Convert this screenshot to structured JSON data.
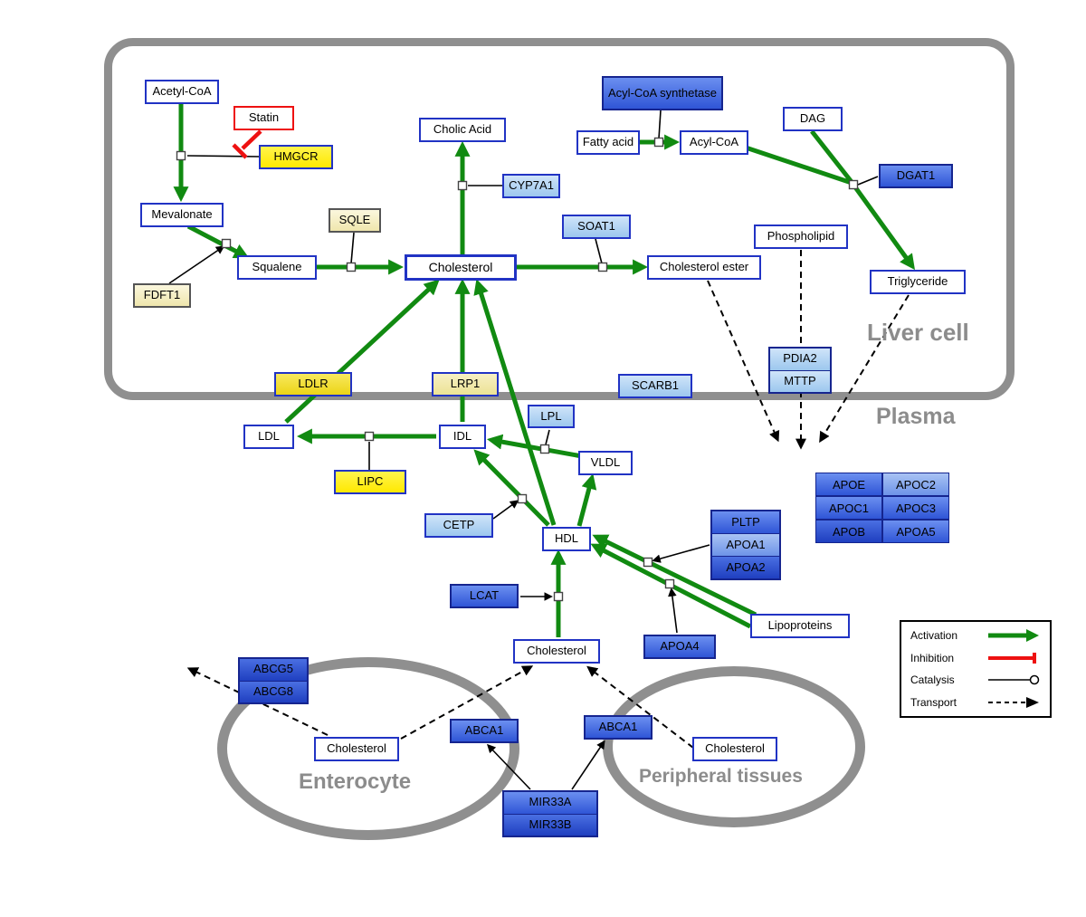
{
  "regions": {
    "liver": "Liver cell",
    "plasma": "Plasma",
    "enterocyte": "Enterocyte",
    "peripheral": "Peripheral tissues"
  },
  "nodes": {
    "acetyl_coa": "Acetyl-CoA",
    "statin": "Statin",
    "hmgcr": "HMGCR",
    "mevalonate": "Mevalonate",
    "sqle": "SQLE",
    "fdft1": "FDFT1",
    "squalene": "Squalene",
    "cholesterol_liver": "Cholesterol",
    "cholic_acid": "Cholic Acid",
    "cyp7a1": "CYP7A1",
    "acyl_coa_synthetase": "Acyl-CoA synthetase",
    "fatty_acid": "Fatty acid",
    "acyl_coa": "Acyl-CoA",
    "dag": "DAG",
    "dgat1": "DGAT1",
    "soat1": "SOAT1",
    "phospholipid": "Phospholipid",
    "cholesterol_ester": "Cholesterol ester",
    "triglyceride": "Triglyceride",
    "ldlr": "LDLR",
    "lrp1": "LRP1",
    "scarb1": "SCARB1",
    "pdia2": "PDIA2",
    "mttp": "MTTP",
    "ldl": "LDL",
    "idl": "IDL",
    "lpl": "LPL",
    "vldl": "VLDL",
    "lipc": "LIPC",
    "cetp": "CETP",
    "hdl": "HDL",
    "pltp": "PLTP",
    "apoa1": "APOA1",
    "apoa2": "APOA2",
    "apoe": "APOE",
    "apoc2": "APOC2",
    "apoc1": "APOC1",
    "apoc3": "APOC3",
    "apob": "APOB",
    "apoa5": "APOA5",
    "lcat": "LCAT",
    "apoa4": "APOA4",
    "lipoproteins": "Lipoproteins",
    "cholesterol_plasma": "Cholesterol",
    "abcg5": "ABCG5",
    "abcg8": "ABCG8",
    "cholesterol_enterocyte": "Cholesterol",
    "abca1_enterocyte": "ABCA1",
    "abca1_peripheral": "ABCA1",
    "cholesterol_peripheral": "Cholesterol",
    "mir33a": "MIR33A",
    "mir33b": "MIR33B"
  },
  "legend": {
    "activation": "Activation",
    "inhibition": "Inhibition",
    "catalysis": "Catalysis",
    "transport": "Transport"
  },
  "colors": {
    "activation": "#118a11",
    "inhibition": "#ee1111",
    "node_border_blue": "#2133c4",
    "gene_blue": "#2f55d6",
    "light_blue": "#9cc7ee",
    "yellow": "#ffee00",
    "membrane_gray": "#8f8f8f"
  }
}
